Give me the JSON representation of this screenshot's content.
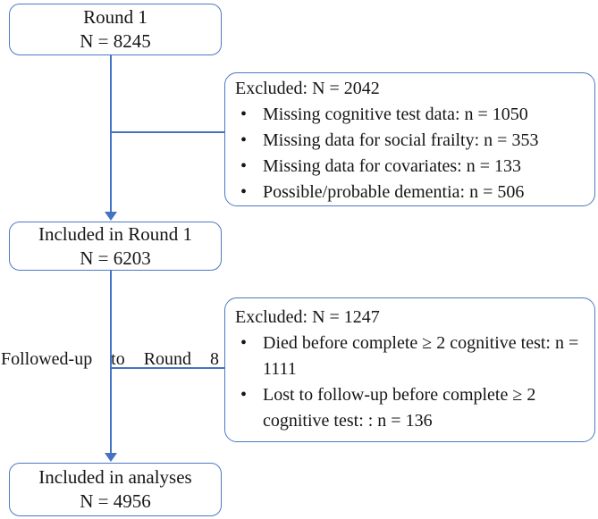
{
  "diagram": {
    "bullet_glyph": "•",
    "colors": {
      "box_border": "#4b79c4",
      "connector_line": "#4472c4",
      "text": "#151515",
      "background": "#ffffff"
    },
    "boxes": {
      "round1": {
        "line1": "Round 1",
        "line2": "N = 8245"
      },
      "excluded1": {
        "title": "Excluded: N = 2042",
        "bullets": [
          "Missing cognitive test data: n = 1050",
          "Missing data for social frailty: n = 353",
          "Missing data for covariates: n = 133",
          "Possible/probable dementia: n = 506"
        ]
      },
      "included1": {
        "line1": "Included in Round 1",
        "line2": "N = 6203"
      },
      "excluded2": {
        "title": "Excluded: N = 1247",
        "bullets": [
          "Died before complete ≥ 2 cognitive test: n = 1111",
          "Lost to follow-up before complete ≥ 2 cognitive test: : n = 136"
        ]
      },
      "analyses": {
        "line1": "Included in analyses",
        "line2": "N = 4956"
      }
    },
    "labels": {
      "followup": "Followed-up to Round 8"
    }
  }
}
